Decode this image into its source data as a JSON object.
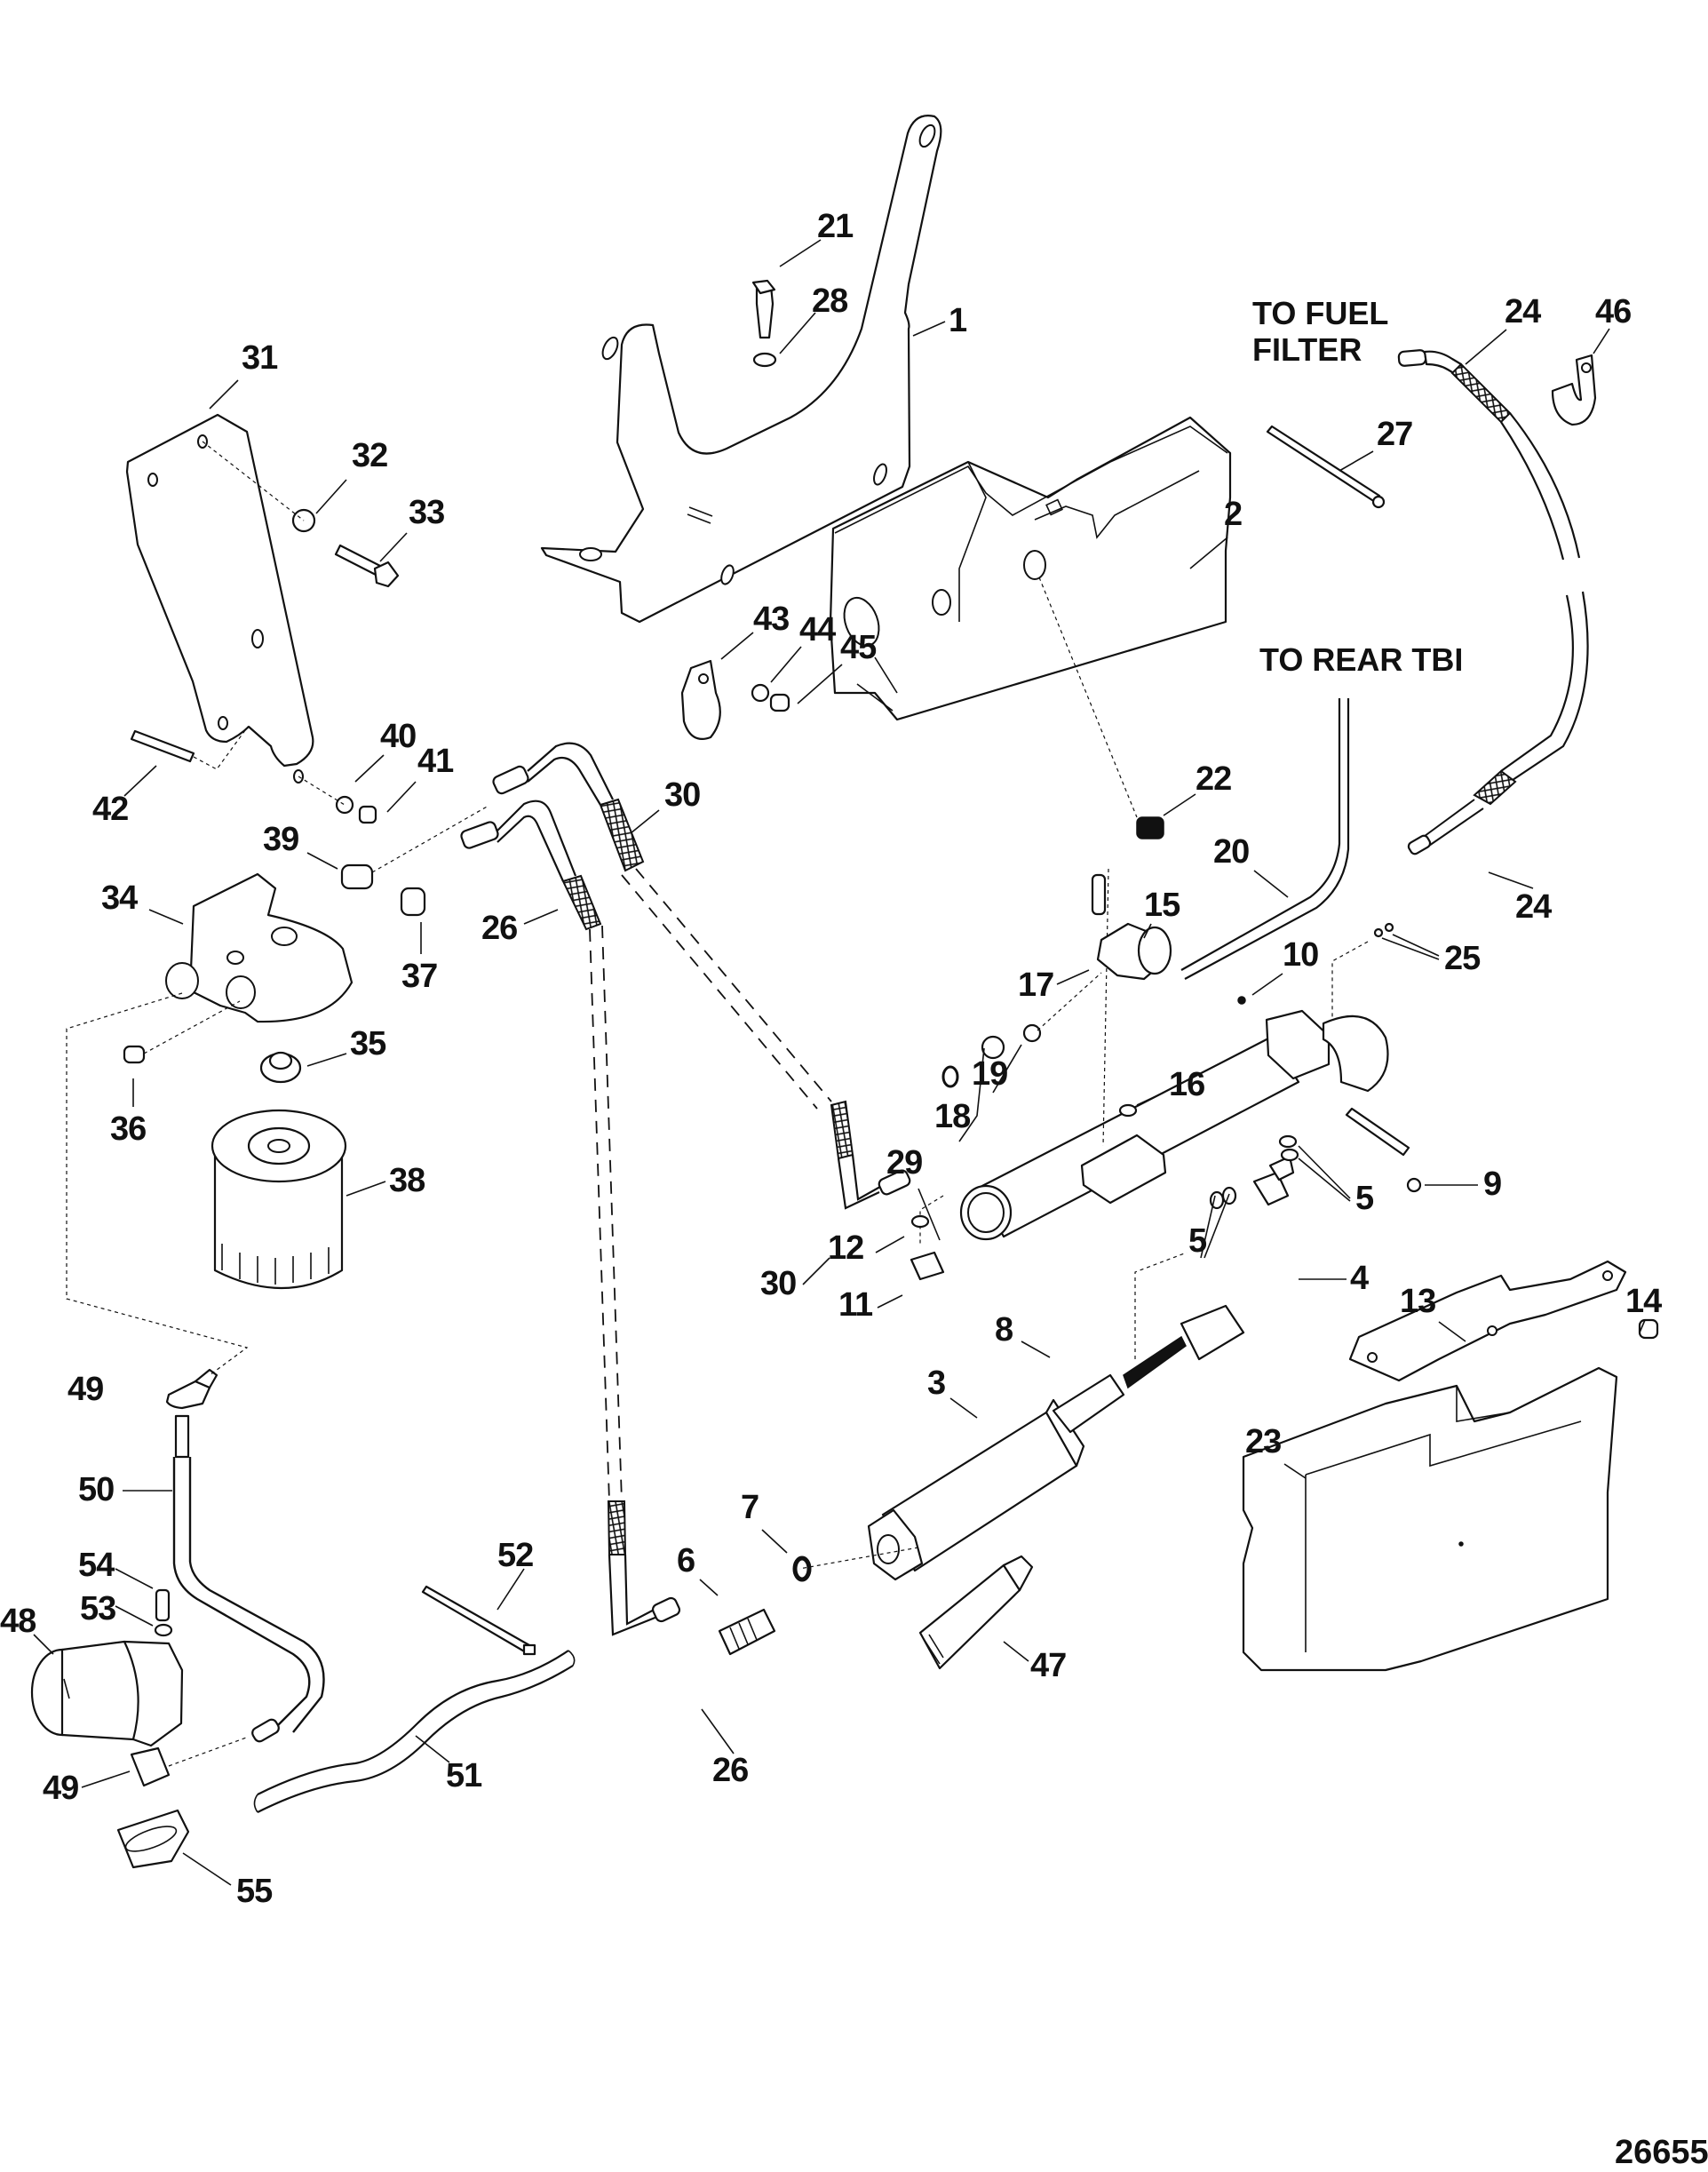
{
  "figure": {
    "type": "exploded parts diagram",
    "figure_number": "26655"
  },
  "notes": {
    "to_fuel_filter": "TO FUEL\nFILTER",
    "to_rear_tbi": "TO REAR TBI"
  },
  "callouts": [
    {
      "id": "c1",
      "label": "1"
    },
    {
      "id": "c2",
      "label": "2"
    },
    {
      "id": "c3",
      "label": "3"
    },
    {
      "id": "c4",
      "label": "4"
    },
    {
      "id": "c5a",
      "label": "5"
    },
    {
      "id": "c5b",
      "label": "5"
    },
    {
      "id": "c6",
      "label": "6"
    },
    {
      "id": "c7",
      "label": "7"
    },
    {
      "id": "c8",
      "label": "8"
    },
    {
      "id": "c9",
      "label": "9"
    },
    {
      "id": "c10",
      "label": "10"
    },
    {
      "id": "c11",
      "label": "11"
    },
    {
      "id": "c12",
      "label": "12"
    },
    {
      "id": "c13",
      "label": "13"
    },
    {
      "id": "c14",
      "label": "14"
    },
    {
      "id": "c15",
      "label": "15"
    },
    {
      "id": "c16",
      "label": "16"
    },
    {
      "id": "c17",
      "label": "17"
    },
    {
      "id": "c18",
      "label": "18"
    },
    {
      "id": "c19",
      "label": "19"
    },
    {
      "id": "c20",
      "label": "20"
    },
    {
      "id": "c21",
      "label": "21"
    },
    {
      "id": "c22",
      "label": "22"
    },
    {
      "id": "c23",
      "label": "23"
    },
    {
      "id": "c24a",
      "label": "24"
    },
    {
      "id": "c24b",
      "label": "24"
    },
    {
      "id": "c25",
      "label": "25"
    },
    {
      "id": "c26a",
      "label": "26"
    },
    {
      "id": "c26b",
      "label": "26"
    },
    {
      "id": "c27",
      "label": "27"
    },
    {
      "id": "c28",
      "label": "28"
    },
    {
      "id": "c29",
      "label": "29"
    },
    {
      "id": "c30a",
      "label": "30"
    },
    {
      "id": "c30b",
      "label": "30"
    },
    {
      "id": "c31",
      "label": "31"
    },
    {
      "id": "c32",
      "label": "32"
    },
    {
      "id": "c33",
      "label": "33"
    },
    {
      "id": "c34",
      "label": "34"
    },
    {
      "id": "c35",
      "label": "35"
    },
    {
      "id": "c36",
      "label": "36"
    },
    {
      "id": "c37",
      "label": "37"
    },
    {
      "id": "c38",
      "label": "38"
    },
    {
      "id": "c39",
      "label": "39"
    },
    {
      "id": "c40",
      "label": "40"
    },
    {
      "id": "c41",
      "label": "41"
    },
    {
      "id": "c42",
      "label": "42"
    },
    {
      "id": "c43",
      "label": "43"
    },
    {
      "id": "c44",
      "label": "44"
    },
    {
      "id": "c45",
      "label": "45"
    },
    {
      "id": "c46",
      "label": "46"
    },
    {
      "id": "c47",
      "label": "47"
    },
    {
      "id": "c48",
      "label": "48"
    },
    {
      "id": "c49a",
      "label": "49"
    },
    {
      "id": "c49b",
      "label": "49"
    },
    {
      "id": "c50",
      "label": "50"
    },
    {
      "id": "c51",
      "label": "51"
    },
    {
      "id": "c52",
      "label": "52"
    },
    {
      "id": "c53",
      "label": "53"
    },
    {
      "id": "c54",
      "label": "54"
    },
    {
      "id": "c55",
      "label": "55"
    }
  ]
}
